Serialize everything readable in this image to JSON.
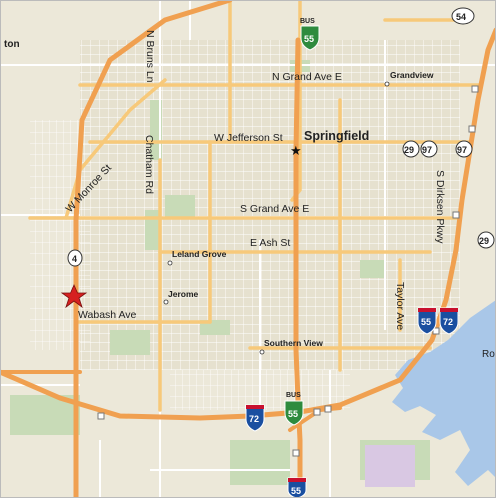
{
  "map": {
    "city": "Springfield",
    "partial_label_left": "ton",
    "partial_label_right": "Ro",
    "colors": {
      "land": "#ece8d9",
      "water": "#a9c7e8",
      "park": "#c8dbb7",
      "highway": "#f0a050",
      "arterial": "#f7c97a",
      "minor_road": "#ffffff"
    },
    "roads": {
      "n_grand": "N Grand Ave E",
      "w_jefferson": "W Jefferson St",
      "s_grand": "S Grand Ave E",
      "e_ash": "E Ash St",
      "wabash": "Wabash Ave",
      "w_monroe": "W Monroe St",
      "chatham": "Chatham Rd",
      "n_bruns": "N Bruns Ln",
      "dirksen": "S Dirksen Pkwy",
      "taylor": "Taylor Ave"
    },
    "places": {
      "grandview": "Grandview",
      "leland_grove": "Leland Grove",
      "jerome": "Jerome",
      "southern_view": "Southern View"
    },
    "shields": {
      "bus": "BUS",
      "i55": "55",
      "i72": "72",
      "rt4": "4",
      "rt29": "29",
      "rt97": "97",
      "rt54": "54"
    }
  }
}
